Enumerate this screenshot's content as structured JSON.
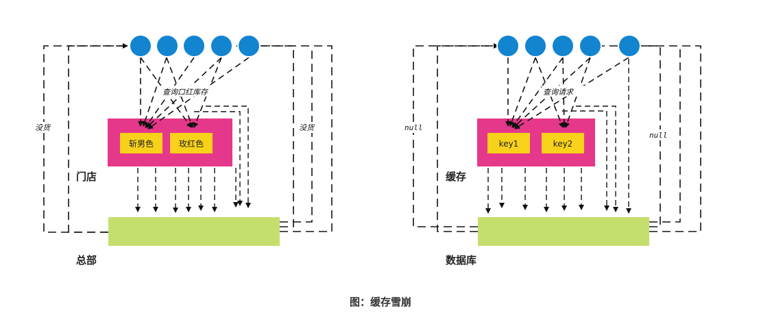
{
  "caption": "图：缓存雪崩",
  "left": {
    "store_label": "门店",
    "hq_label": "总部",
    "out_of_stock_left": "没货",
    "out_of_stock_right": "没货",
    "query_label": "查询口红库存",
    "items": [
      "斩男色",
      "玫红色"
    ]
  },
  "right": {
    "cache_label": "缓存",
    "db_label": "数据库",
    "null_left": "null",
    "null_right": "null",
    "query_label": "查询请求",
    "items": [
      "key1",
      "key2"
    ]
  },
  "colors": {
    "circle": "#1284d0",
    "cache_box": "#e5388a",
    "item_box": "#f8d11a",
    "db_box": "#c5df6e"
  }
}
